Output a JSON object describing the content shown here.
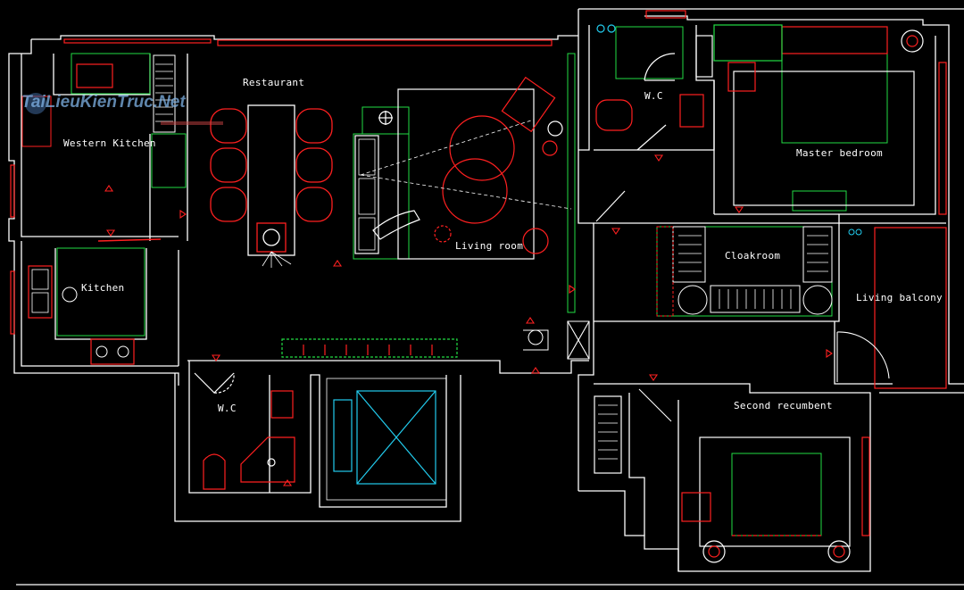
{
  "watermark": {
    "text": "TaiLieuKienTruc.Net"
  },
  "rooms": {
    "restaurant": "Restaurant",
    "western_kitchen": "Western Kitchen",
    "kitchen": "Kitchen",
    "living_room": "Living room",
    "wc_upper": "W.C",
    "wc_lower": "W.C",
    "master_bedroom": "Master bedroom",
    "cloakroom": "Cloakroom",
    "living_balcony": "Living balcony",
    "second_recumbent": "Second recumbent"
  },
  "colors": {
    "background": "#000000",
    "wall": "#ffffff",
    "furniture_red": "#ff2020",
    "furniture_green": "#22dd44",
    "fixture_cyan": "#22ccee",
    "label": "#ffffff"
  }
}
